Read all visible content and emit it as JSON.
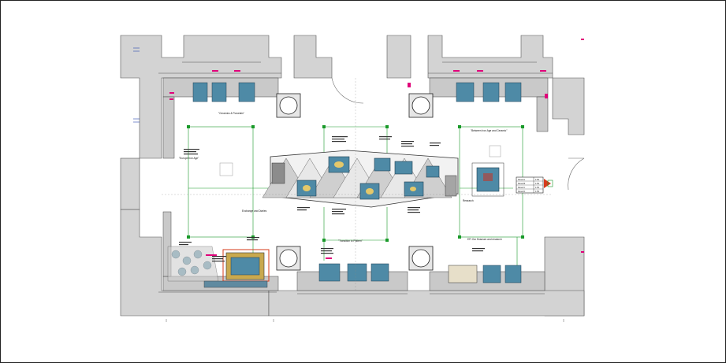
{
  "colors": {
    "wall": "#d3d3d3",
    "wall_dark": "#9a9a9a",
    "guide": "#1a9a2a",
    "showcase": "#4e8aa6",
    "note": "#e0007a",
    "arrow": "#d63a1a",
    "outline": "#333333"
  },
  "sections": {
    "ceramics": "\"Ceramics & Porcelain\"",
    "prehistoric": "\"Europe Iron Age\"",
    "mid_asia": "\"Between Iron Age and Ceramic\"",
    "exchange": "Exchange and Diaries",
    "transition": "\"Transition to Pattern\"",
    "research": "Research",
    "museum": "EFI Our Museum and research"
  },
  "legend": {
    "rows": [
      "Panel A",
      "Panel B",
      "Panel C",
      "Panel D"
    ],
    "values": [
      "1:50",
      "1:50",
      "1:50",
      "1:50"
    ]
  },
  "icons": {
    "exit": "exit-arrow-icon",
    "column": "column-icon",
    "door": "door-swing-icon"
  }
}
